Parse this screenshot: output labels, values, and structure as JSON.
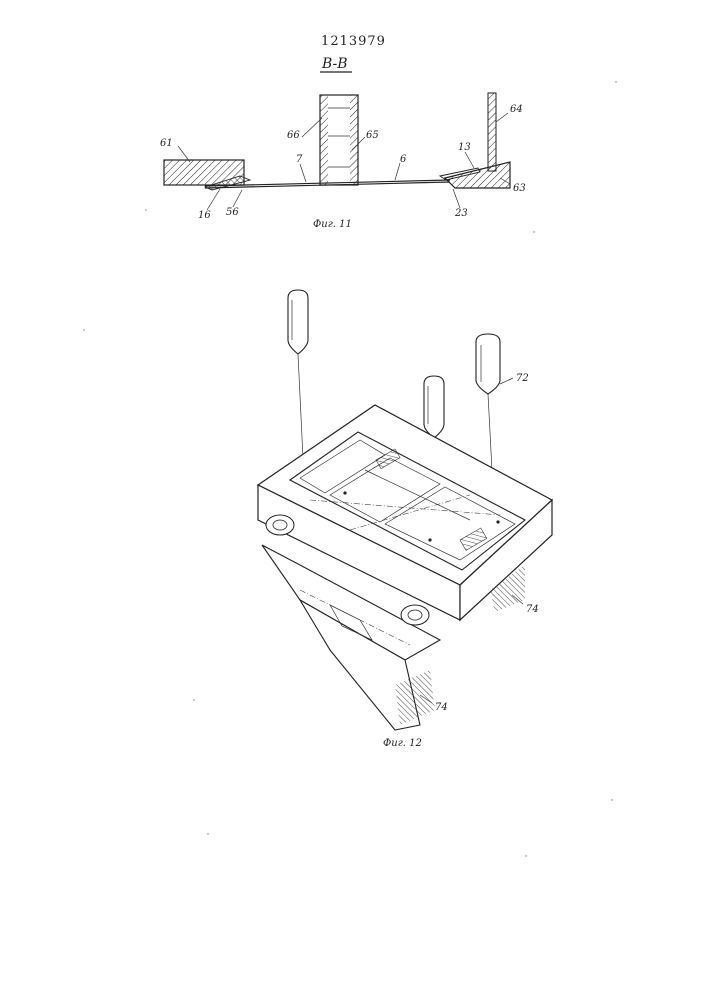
{
  "document": {
    "patent_number": "1213979"
  },
  "figure11": {
    "section_label": "B-B",
    "caption": "Фиг. 11",
    "labels": {
      "p61": "61",
      "p66": "66",
      "p65": "65",
      "p64": "64",
      "p7": "7",
      "p6": "6",
      "p13": "13",
      "p63": "63",
      "p16": "16",
      "p56": "56",
      "p23": "23"
    }
  },
  "figure12": {
    "caption": "Фиг. 12",
    "labels": {
      "p72": "72",
      "p74a": "74",
      "p74b": "74"
    }
  }
}
